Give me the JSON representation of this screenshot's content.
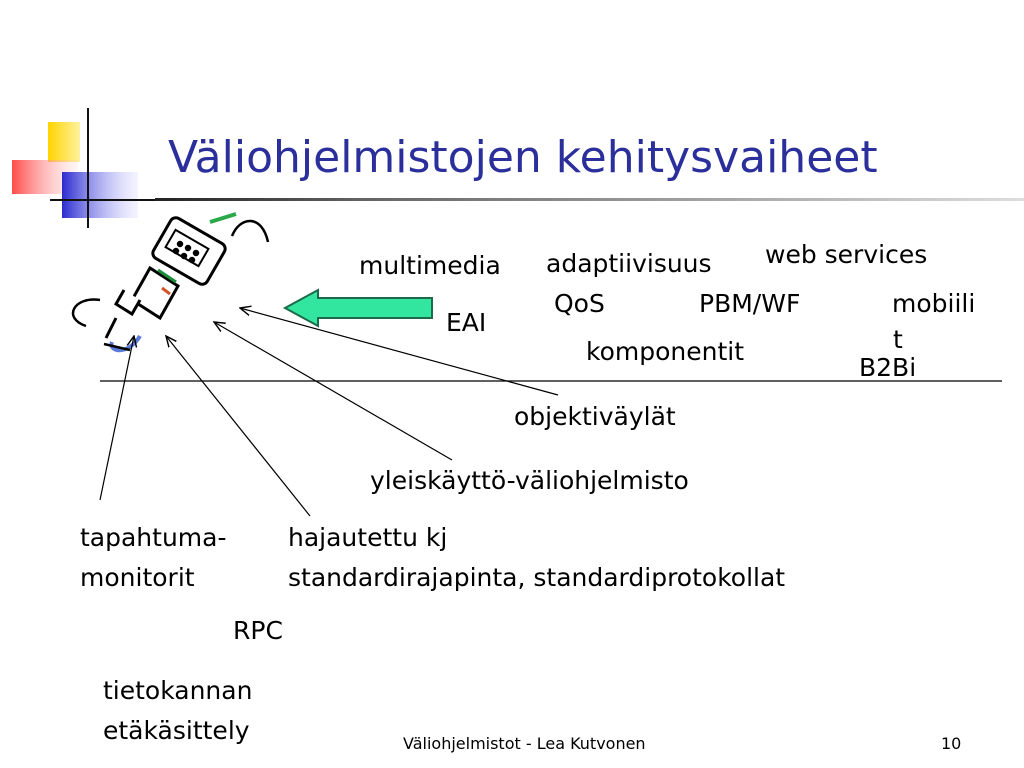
{
  "slide": {
    "title": "Väliohjelmistojen kehitysvaiheet",
    "labels": {
      "multimedia": "multimedia",
      "adaptiivisuus": "adaptiivisuus",
      "web_services": "web services",
      "qos": "QoS",
      "pbm_wf": "PBM/WF",
      "mobiili_1": "mobiili",
      "mobiili_2": "t",
      "eai": "EAI",
      "komponentit": "komponentit",
      "b2bi": "B2Bi",
      "objektivaylat": "objektiväylät",
      "yleiskaytto": "yleiskäyttö-väliohjelmisto",
      "tapahtuma_1": "tapahtuma-",
      "tapahtuma_2": "monitorit",
      "hajautettu_1": "hajautettu kj",
      "hajautettu_2": "standardirajapinta, standardiprotokollat",
      "rpc": "RPC",
      "tietokannan_1": "tietokannan",
      "tietokannan_2": "etäkäsittely"
    },
    "footer": {
      "center": "Väliohjelmistot - Lea Kutvonen",
      "page": "10"
    },
    "colors": {
      "title": "#2a2f9c",
      "arrow_fill": "#33e6a0",
      "logo_yellow": "#ffd400",
      "logo_red": "#ff5a5a",
      "logo_blue": "#3a3ad8"
    },
    "icons": [
      "network-plug-icon"
    ]
  }
}
